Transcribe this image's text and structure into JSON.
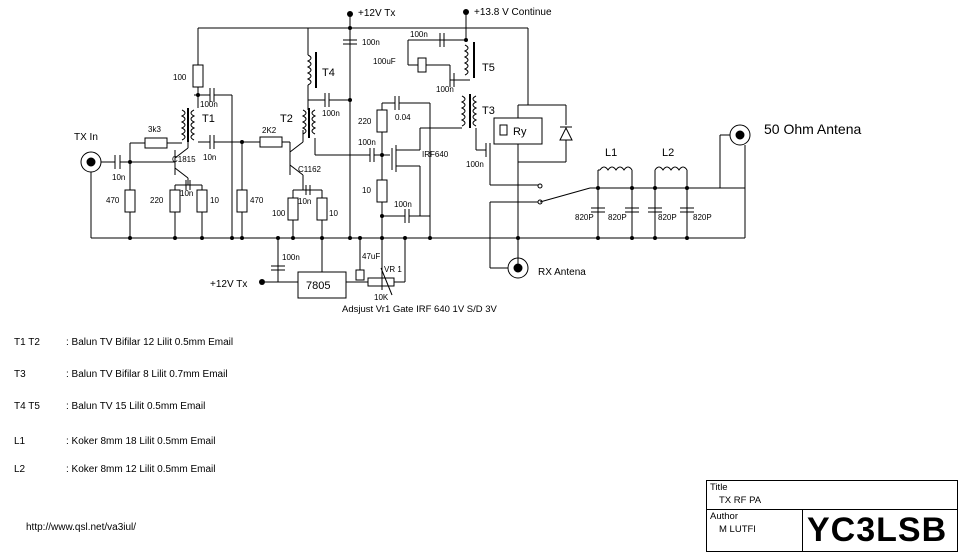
{
  "labels": {
    "tx_in": "TX In",
    "supply_12v_top": "+12V Tx",
    "supply_13v8": "+13.8 V Continue",
    "supply_12v_bottom": "+12V Tx",
    "antenna_50ohm": "50 Ohm Antena",
    "rx_antenna": "RX Antena",
    "regulator": "7805",
    "relay": "Ry",
    "adjust_note": "Adsjust Vr1 Gate IRF 640 1V S/D 3V"
  },
  "components": {
    "r_3k3": "3k3",
    "r_2k2": "2K2",
    "r_100_top": "100",
    "r_220_q1": "220",
    "r_10_q1": "10",
    "r_470_q1": "470",
    "r_470_q2": "470",
    "r_100_q2": "100",
    "r_10_q2": "10",
    "r_220_fet": "220",
    "r_10_fet": "10",
    "c_10n_in": "10n",
    "c_10n_q1e": "10n",
    "c_10n_t1": "10n",
    "c_100n_t1": "100n",
    "c_10n_q2": "10n",
    "c_100n_top": "100n",
    "c_100n_t4": "100n",
    "c_100n_gate": "100n",
    "c_004": "0.04",
    "c_100n_t5": "100n",
    "c_100uF": "100uF",
    "c_100n_t5b": "100n",
    "c_100n_out": "100n",
    "c_100n_src": "100n",
    "c_100n_reg": "100n",
    "c_47uF": "47uF",
    "c_820p_1": "820P",
    "c_820p_2": "820P",
    "c_820p_3": "820P",
    "c_820p_4": "820P",
    "q1": "C1815",
    "q2": "C1162",
    "q3": "IRF640",
    "t1": "T1",
    "t2": "T2",
    "t3": "T3",
    "t4": "T4",
    "t5": "T5",
    "l1": "L1",
    "l2": "L2",
    "vr1": "VR 1",
    "vr_val": "10K"
  },
  "notes": [
    {
      "id": "T1    T2",
      "desc": ": Balun TV Bifilar 12 Lilit 0.5mm Email"
    },
    {
      "id": "T3",
      "desc": ": Balun TV Bifilar 8 Lilit 0.7mm Email"
    },
    {
      "id": "T4    T5",
      "desc": ": Balun TV 15 Lilit 0.5mm Email"
    },
    {
      "id": "L1",
      "desc": ": Koker 8mm 18 Lilit 0.5mm Email"
    },
    {
      "id": "L2",
      "desc": ": Koker 8mm 12 Lilit 0.5mm Email"
    }
  ],
  "url": "http://www.qsl.net/va3iul/",
  "title_block": {
    "title_label": "Title",
    "title_value": "TX RF PA",
    "author_label": "Author",
    "author_value": "M LUTFI",
    "callsign": "YC3LSB"
  }
}
